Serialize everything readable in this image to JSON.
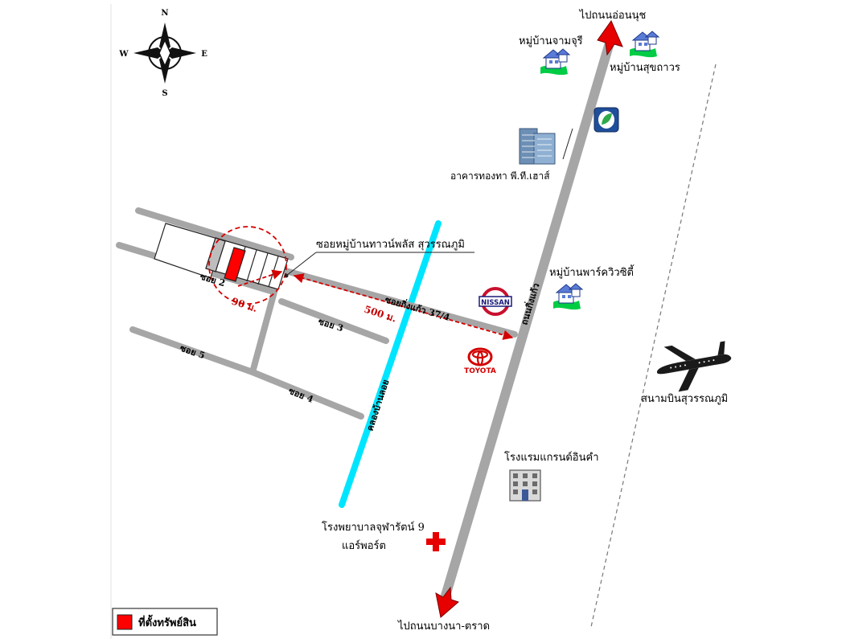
{
  "compass": {
    "n": "N",
    "s": "S",
    "e": "E",
    "w": "W"
  },
  "roads": {
    "main_road": "ถนนกิ่งแก้ว",
    "soi_37_4": "ซอยกิ่งแก้ว 37/4",
    "soi_2": "ซอย 2",
    "soi_3": "ซอย 3",
    "soi_4": "ซอย 4",
    "soi_5": "ซอย 5",
    "canal": "คลองบ้านลอย"
  },
  "directions": {
    "to_north": "ไปถนนอ่อนนุช",
    "to_south": "ไปถนนบางนา-ตราด"
  },
  "places": {
    "village_jamjuree": "หมู่บ้านจามจุรี",
    "village_sukhathawon": "หมู่บ้านสุขถาวร",
    "pt_building": "อาคารทองทา พี.ที.เฮาส์",
    "village_park_city": "หมู่บ้านพาร์ควิวซิตี้",
    "airport": "สนามบินสุวรรณภูมิ",
    "hotel": "โรงแรมแกรนด์อินคำ",
    "hospital_line1": "โรงพยาบาลจุฬารัตน์ 9",
    "hospital_line2": "แอร์พอร์ต",
    "village_town_plus": "ซอยหมู่บ้านทาวน์พลัส สุวรรณภูมิ"
  },
  "brands": {
    "nissan": "NISSAN",
    "toyota": "TOYOTA"
  },
  "distances": {
    "short": "90 ม.",
    "long": "500 ม."
  },
  "legend": {
    "property_label": "ที่ตั้งทรัพย์สิน"
  },
  "colors": {
    "road": "#a6a6a6",
    "canal": "#00e5ff",
    "property": "#ff0000",
    "arrow": "#e60000",
    "dashed": "#d40000"
  }
}
